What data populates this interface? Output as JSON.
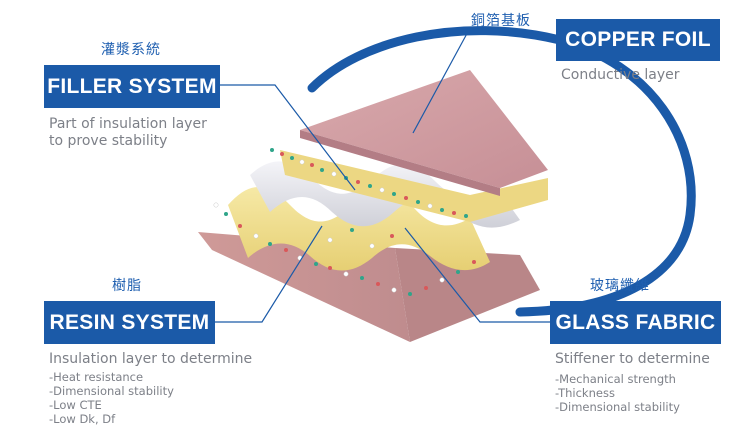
{
  "copper_foil": {
    "cjk": "銅箔基板",
    "title": "COPPER FOIL",
    "description": "Conductive layer"
  },
  "filler_system": {
    "cjk": "灌漿系統",
    "title": "FILLER SYSTEM",
    "description_lines": [
      "Part of insulation layer",
      "to prove stability"
    ]
  },
  "resin_system": {
    "cjk": "樹脂",
    "title": "RESIN SYSTEM",
    "description": "Insulation layer to determine",
    "bullets": [
      "-Heat resistance",
      "-Dimensional stability",
      "-Low CTE",
      "-Low Dk, Df"
    ]
  },
  "glass_fabric": {
    "cjk": "玻璃纖維",
    "title": "GLASS FABRIC",
    "description": "Stiffener to determine",
    "bullets": [
      "-Mechanical strength",
      "-Thickness",
      "-Dimensional stability"
    ]
  },
  "colors": {
    "accent_blue": "#1b5aa8",
    "copper": "#c9929a",
    "resin": "#f1e08e",
    "glass": "#e4e4ea",
    "filler_green": "#2fa58a",
    "filler_red": "#d9585a"
  }
}
